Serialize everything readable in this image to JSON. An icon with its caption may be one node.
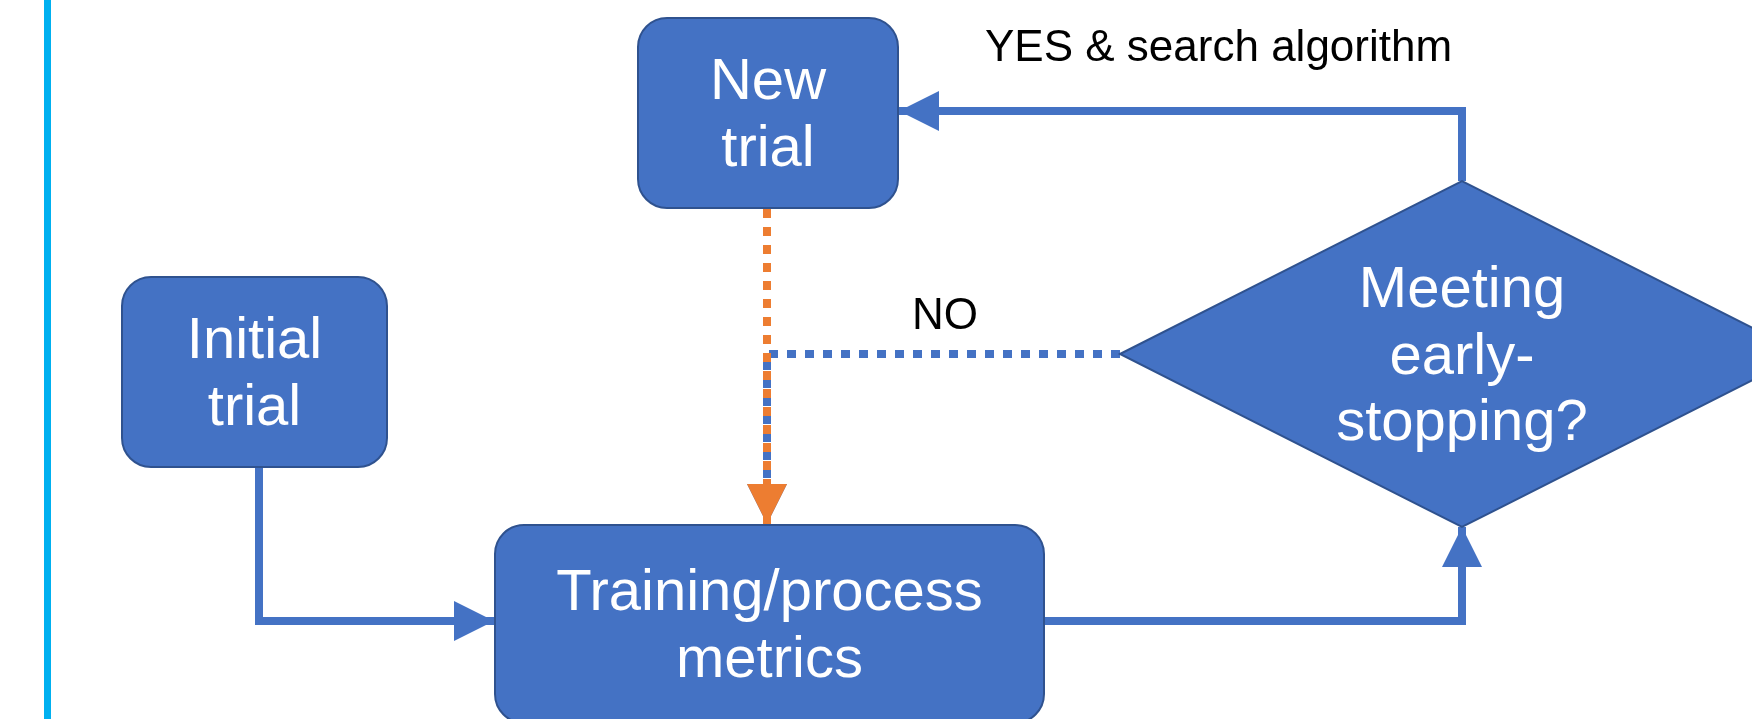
{
  "diagram": {
    "nodes": [
      {
        "text": [
          "Initial trial"
        ]
      },
      {
        "text": [
          "New trial"
        ]
      },
      {
        "text": [
          "Training/process metrics"
        ]
      },
      {
        "text": [
          "Meeting early-stopping?"
        ]
      }
    ],
    "edges": [
      {
        "from": 0,
        "to": 2,
        "arrow": "to"
      },
      {
        "from": 1,
        "to": 2,
        "arrow": "to",
        "style": "dashed",
        "color": "#ed7d31"
      },
      {
        "from": 2,
        "to": 3,
        "arrow": "to"
      },
      {
        "from": 3,
        "to": 1,
        "arrow": "to",
        "label": "YES & search algorithm"
      },
      {
        "from": 3,
        "to": 2,
        "arrow": "to",
        "label": "NO",
        "style": "dashed"
      }
    ]
  }
}
